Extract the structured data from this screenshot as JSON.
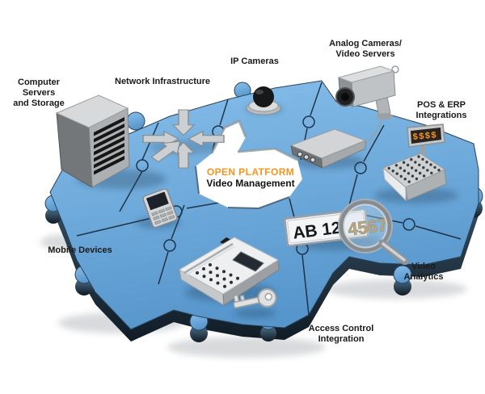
{
  "diagram": {
    "center_label": {
      "line1": "OPEN PLATFORM",
      "line2": "Video Management"
    },
    "labels": {
      "computer_servers": {
        "line1": "Computer Servers",
        "line2": "and Storage"
      },
      "network_infrastructure": {
        "line1": "Network Infrastructure"
      },
      "ip_cameras": {
        "line1": "IP Cameras"
      },
      "analog_cameras": {
        "line1": "Analog Cameras/",
        "line2": "Video Servers"
      },
      "pos_erp": {
        "line1": "POS & ERP",
        "line2": "Integrations"
      },
      "mobile_devices": {
        "line1": "Mobile Devices"
      },
      "video_analytics": {
        "line1": "Video",
        "line2": "Analytics"
      },
      "access_control": {
        "line1": "Access Control",
        "line2": "Integration"
      }
    },
    "devices": {
      "cash_register_display": "$$$$",
      "license_plate_prefix": "AB 12",
      "license_plate_digits": "4567"
    },
    "icons": [
      "server-tower-icon",
      "network-hub-arrows-icon",
      "dome-camera-icon",
      "box-camera-icon",
      "video-server-icon",
      "cash-register-icon",
      "mobile-phone-icon",
      "access-keypad-icon",
      "license-plate-icon",
      "magnifier-icon",
      "key-icon"
    ],
    "colors": {
      "puzzle_blue": "#6FAEDE",
      "puzzle_edge_dark": "#1C2C3A",
      "accent_orange": "#F7941E",
      "label_text": "#1A1A1A",
      "metal_gray": "#C6C9CC",
      "background": "#FFFFFF"
    }
  }
}
